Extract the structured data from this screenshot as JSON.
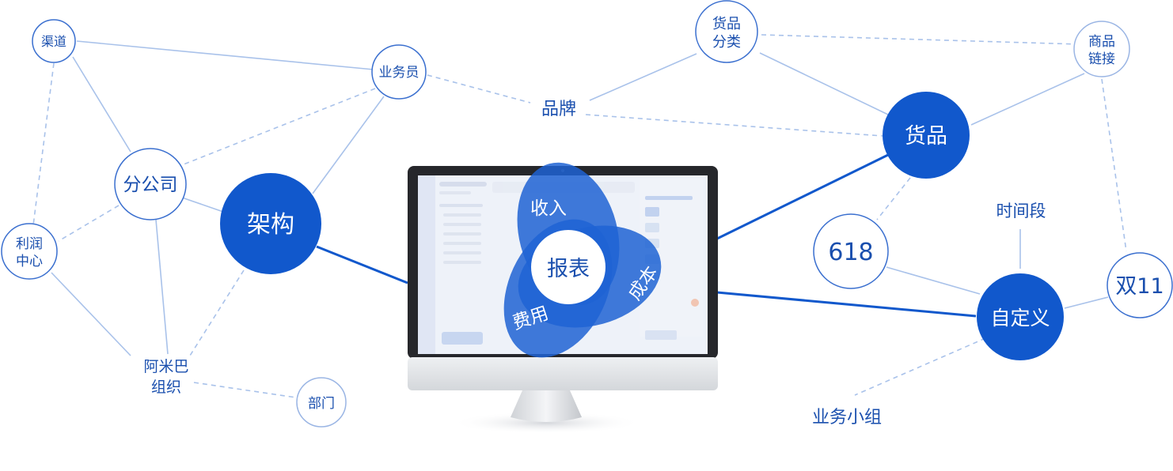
{
  "colors": {
    "primary": "#1158cc",
    "line_light": "#a9c2ea",
    "text_blue": "#1a4fae",
    "outline": "#3a6fcf",
    "petal": "#1f63d3"
  },
  "nodes": {
    "qudao": "渠道",
    "yewuyuan": "业务员",
    "fengongsi": "分公司",
    "jiagou": "架构",
    "lirun_1": "利润",
    "lirun_2": "中心",
    "amiba_1": "阿米巴",
    "amiba_2": "组织",
    "bumen": "部门",
    "huopin_fenlei_1": "货品",
    "huopin_fenlei_2": "分类",
    "pinpai": "品牌",
    "shangpin_1": "商品",
    "shangpin_2": "链接",
    "huopin": "货品",
    "shijianduan": "时间段",
    "n618": "618",
    "shuang11": "双11",
    "zidingyi": "自定义",
    "yewu_xiaozu": "业务小组"
  },
  "monitor": {
    "center_label": "报表",
    "petals": [
      "收入",
      "成本",
      "费用"
    ]
  }
}
